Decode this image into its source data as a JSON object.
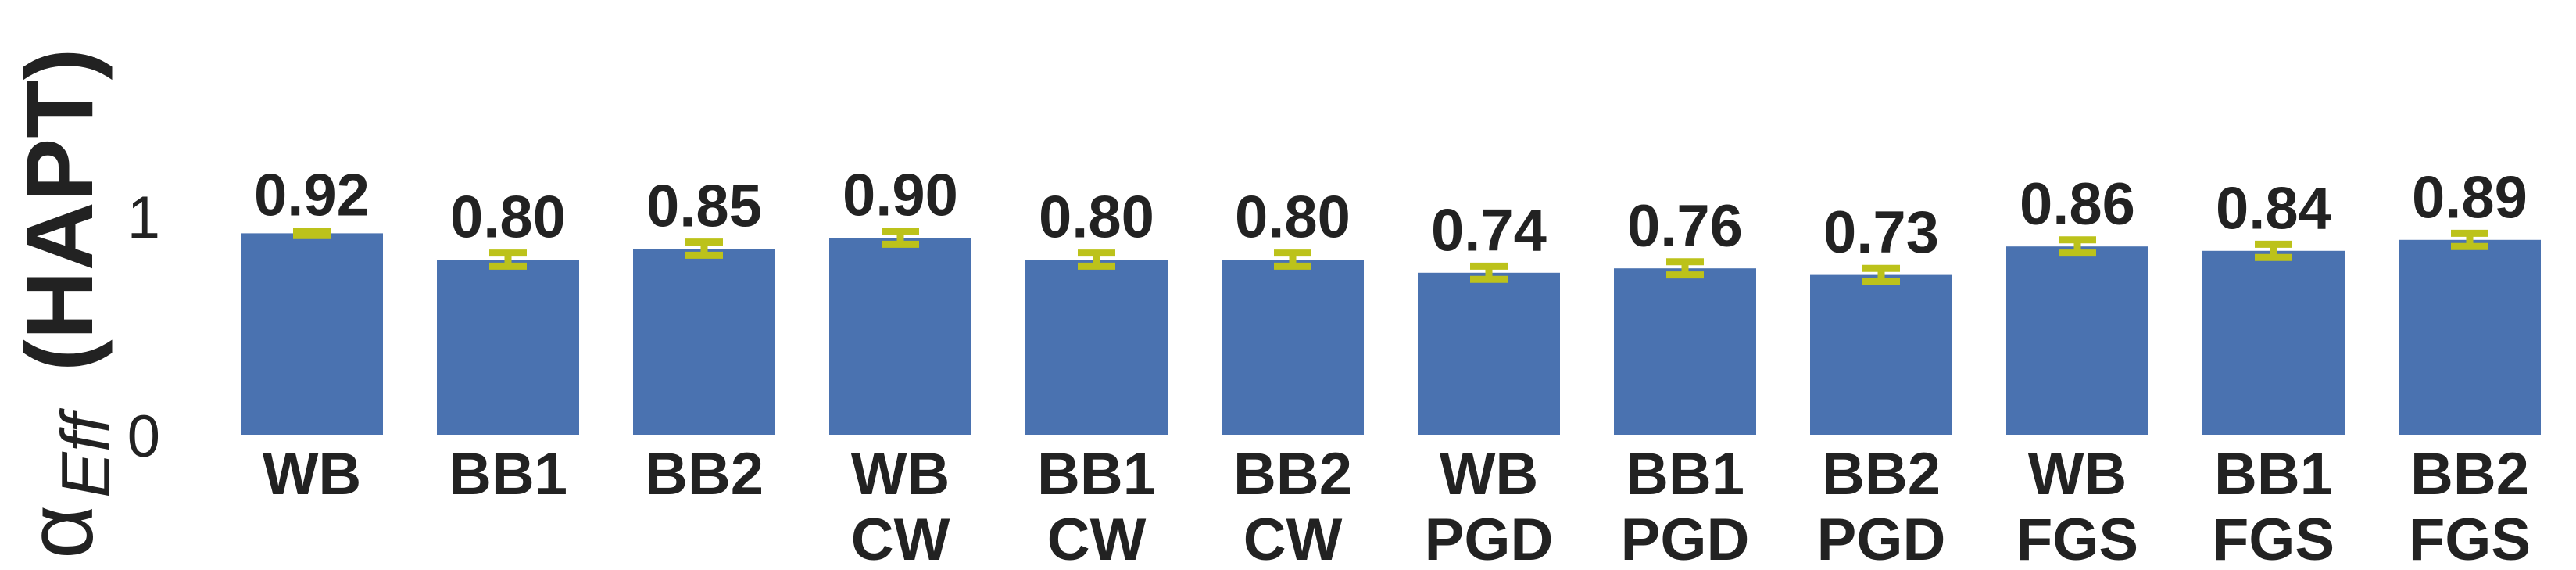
{
  "chart_data": {
    "type": "bar",
    "ylabel_symbol": "α",
    "ylabel_subscript": "Eff",
    "ylabel_suffix": "(HAPT)",
    "ylim": [
      0,
      1.2
    ],
    "yticks": [
      {
        "value": 0,
        "label": "0"
      },
      {
        "value": 1,
        "label": "1"
      }
    ],
    "grid": false,
    "legend": "none",
    "bar_color": "#4a72b0",
    "error_color": "#bcc21a",
    "categories": [
      [
        "WB"
      ],
      [
        "BB1"
      ],
      [
        "BB2"
      ],
      [
        "WB",
        "CW"
      ],
      [
        "BB1",
        "CW"
      ],
      [
        "BB2",
        "CW"
      ],
      [
        "WB",
        "PGD"
      ],
      [
        "BB1",
        "PGD"
      ],
      [
        "BB2",
        "PGD"
      ],
      [
        "WB",
        "FGS"
      ],
      [
        "BB1",
        "FGS"
      ],
      [
        "BB2",
        "FGS"
      ]
    ],
    "values": [
      0.92,
      0.8,
      0.85,
      0.9,
      0.8,
      0.8,
      0.74,
      0.76,
      0.73,
      0.86,
      0.84,
      0.89
    ],
    "value_labels": [
      "0.92",
      "0.80",
      "0.85",
      "0.90",
      "0.80",
      "0.80",
      "0.74",
      "0.76",
      "0.73",
      "0.86",
      "0.84",
      "0.89"
    ],
    "errors": [
      0.01,
      0.03,
      0.03,
      0.03,
      0.03,
      0.03,
      0.03,
      0.03,
      0.03,
      0.03,
      0.03,
      0.03
    ]
  }
}
